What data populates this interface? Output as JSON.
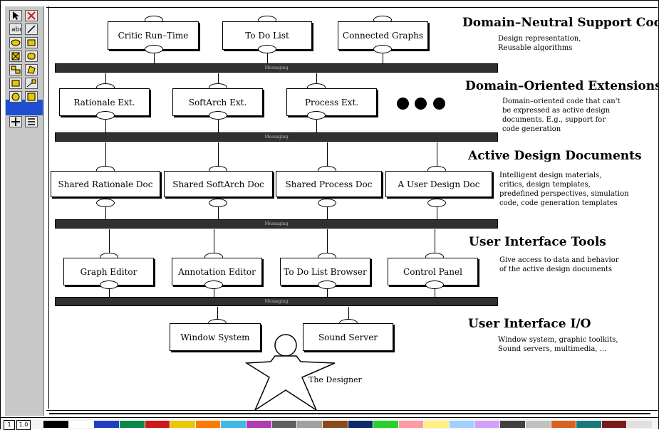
{
  "window": {
    "title": ""
  },
  "tools": [
    {
      "icon": "pointer-tool-icon",
      "label": ""
    },
    {
      "icon": "delete-tool-icon",
      "label": ""
    },
    {
      "icon": "text-tool-icon",
      "label": ""
    },
    {
      "icon": "line-tool-icon",
      "label": ""
    },
    {
      "icon": "ellipse-tool-icon",
      "label": ""
    },
    {
      "icon": "rectangle-tool-icon",
      "label": ""
    },
    {
      "icon": "crossed-box-tool-icon",
      "label": ""
    },
    {
      "icon": "rounded-rect-tool-icon",
      "label": ""
    },
    {
      "icon": "group-tool-icon",
      "label": ""
    },
    {
      "icon": "polygon-tool-icon",
      "label": ""
    },
    {
      "icon": "node-tool-icon",
      "label": ""
    },
    {
      "icon": "edge-tool-icon",
      "label": ""
    },
    {
      "icon": "selected-shape-tool-icon",
      "label": ""
    },
    {
      "icon": "selected-box-tool-icon",
      "label": ""
    },
    {
      "icon": "zoom-tool-icon",
      "label": ""
    },
    {
      "icon": "align-tool-icon",
      "label": ""
    }
  ],
  "diagram": {
    "layers": [
      {
        "title": "Domain–Neutral Support Code",
        "desc": [
          "Design representation,",
          "Reusable algorithms"
        ]
      },
      {
        "title": "Domain–Oriented Extensions",
        "desc": [
          "Domain–oriented code that can't",
          "be expressed as active design",
          "documents. E.g., support for",
          "code generation"
        ]
      },
      {
        "title": "Active Design Documents",
        "desc": [
          "Intelligent design materials,",
          "critics, design templates,",
          "predefined perspectives, simulation",
          "code, code generation templates"
        ]
      },
      {
        "title": "User Interface Tools",
        "desc": [
          "Give access to data and behavior",
          "of the active design documents"
        ]
      },
      {
        "title": "User Interface I/O",
        "desc": [
          "Window system, graphic toolkits,",
          "Sound servers, multimedia, ..."
        ]
      }
    ],
    "bus_label": "Messaging",
    "nodes": {
      "critic_runtime": "Critic Run–Time",
      "todo_list": "To Do List",
      "connected_graphs": "Connected Graphs",
      "rationale_ext": "Rationale Ext.",
      "softarch_ext": "SoftArch Ext.",
      "process_ext": "Process Ext.",
      "shared_rationale_doc": "Shared Rationale Doc",
      "shared_softarch_doc": "Shared SoftArch Doc",
      "shared_process_doc": "Shared Process Doc",
      "user_design_doc": "A User Design Doc",
      "graph_editor": "Graph Editor",
      "annotation_editor": "Annotation Editor",
      "todo_list_browser": "To Do List Browser",
      "control_panel": "Control Panel",
      "window_system": "Window System",
      "sound_server": "Sound Server"
    },
    "designer_label": "The Designer"
  },
  "statusbar": {
    "page_number": "1",
    "zoom": "1.0"
  },
  "colors": [
    "#000000",
    "#ffffff",
    "#1e3fbf",
    "#0a8a4a",
    "#d01818",
    "#e8c800",
    "#ff7a00",
    "#3fb8e8",
    "#b03ab0",
    "#606060",
    "#a0a0a0",
    "#8a4a1a",
    "#0a2a6a",
    "#2ad02a",
    "#ff9aa0",
    "#fff080",
    "#a0d0ff",
    "#d0a0ff",
    "#404040",
    "#c0c0c0",
    "#d86020",
    "#1a7a7a",
    "#7a1a1a",
    "#e0e0e0"
  ]
}
